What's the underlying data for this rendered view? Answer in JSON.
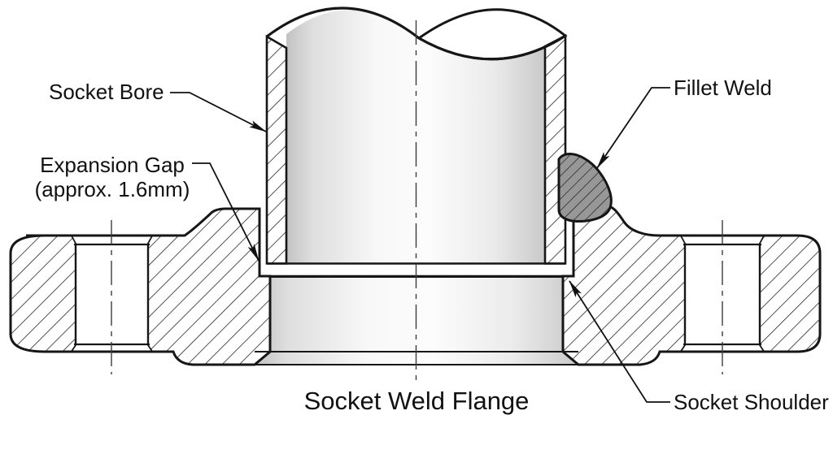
{
  "diagram": {
    "title": "Socket Weld Flange",
    "labels": {
      "socket_bore": "Socket Bore",
      "expansion_gap_line1": "Expansion Gap",
      "expansion_gap_line2": "(approx. 1.6mm)",
      "fillet_weld": "Fillet Weld",
      "socket_shoulder": "Socket Shoulder"
    },
    "colors": {
      "line": "#161616",
      "weld_fill": "#979797",
      "background": "#ffffff",
      "pipe_shading_dark": "#c6c6c6",
      "pipe_shading_light": "#fbfbfb"
    }
  }
}
